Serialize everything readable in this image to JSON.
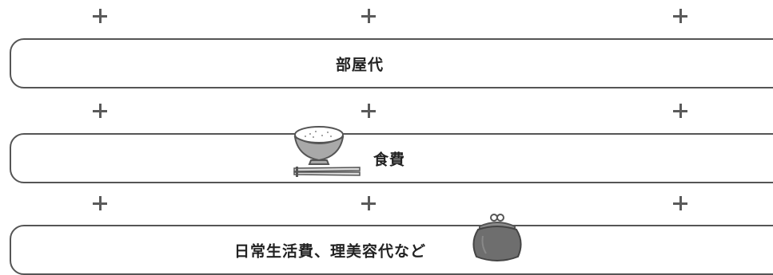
{
  "rows": [
    {
      "label": "部屋代"
    },
    {
      "label": "食費"
    },
    {
      "label": "日常生活費、理美容代など"
    }
  ],
  "icons": {
    "rice_bowl": "rice-bowl-icon",
    "chopsticks": "chopsticks-icon",
    "coin_purse": "coin-purse-icon"
  },
  "colors": {
    "outline": "#555555",
    "plus": "#5a5a5a",
    "purse": "#6e6e6e"
  }
}
